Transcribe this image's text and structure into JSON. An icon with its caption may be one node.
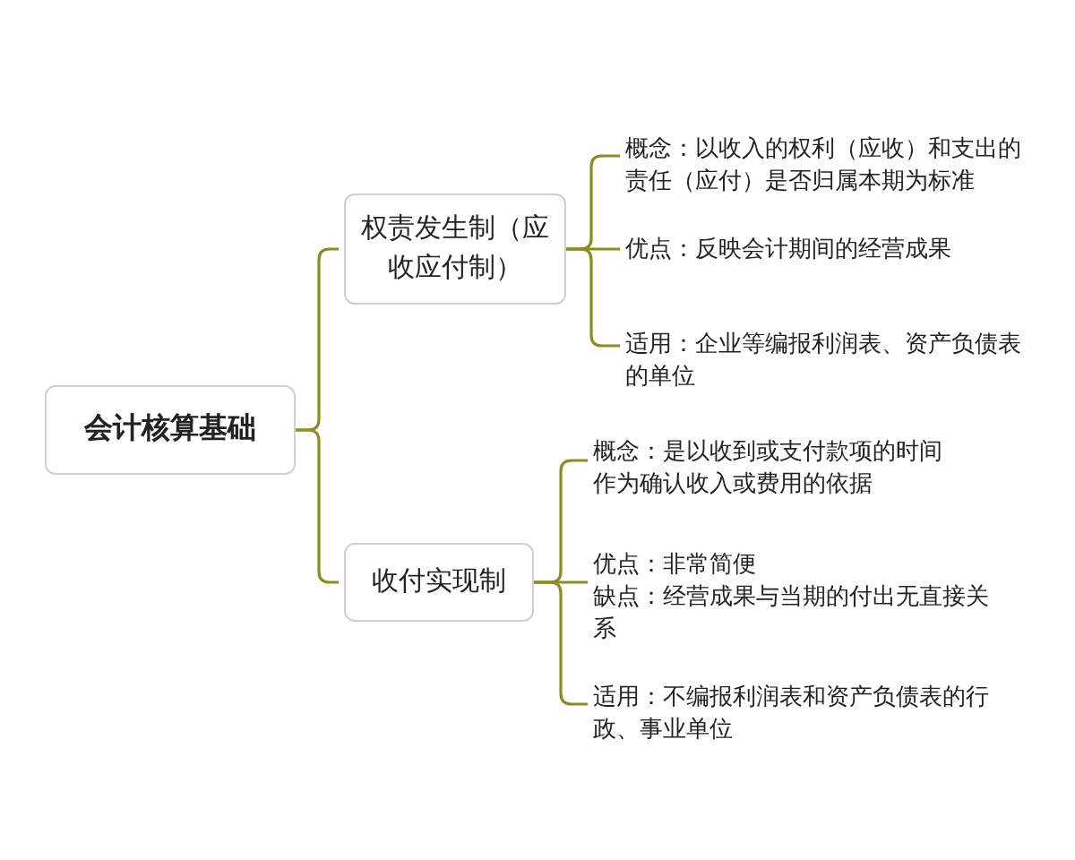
{
  "diagram": {
    "nodes": [
      {
        "text": [
          "会计核算基础"
        ]
      },
      {
        "text": [
          "权责发生制（应收应付制）"
        ]
      },
      {
        "text": [
          "收付实现制"
        ]
      },
      {
        "text": [
          "概念：以收入的权利（应收）和支出的责任（应付）是否归属本期为标准"
        ]
      },
      {
        "text": [
          "优点：反映会计期间的经营成果"
        ]
      },
      {
        "text": [
          "适用：企业等编报利润表、资产负债表的单位"
        ]
      },
      {
        "text": [
          "概念：是以收到或支付款项的时间作为确认收入或费用的依据"
        ]
      },
      {
        "text": [
          "优点：非常简便",
          "缺点：经营成果与当期的付出无直接关系"
        ]
      },
      {
        "text": [
          "适用：不编报利润表和资产负债表的行政、事业单位"
        ]
      }
    ],
    "edges": [
      {
        "from": 0,
        "to": 1,
        "arrow": "none"
      },
      {
        "from": 0,
        "to": 2,
        "arrow": "none"
      },
      {
        "from": 1,
        "to": 3,
        "arrow": "none"
      },
      {
        "from": 1,
        "to": 4,
        "arrow": "none"
      },
      {
        "from": 1,
        "to": 5,
        "arrow": "none"
      },
      {
        "from": 2,
        "to": 6,
        "arrow": "none"
      },
      {
        "from": 2,
        "to": 7,
        "arrow": "none"
      },
      {
        "from": 2,
        "to": 8,
        "arrow": "none"
      }
    ]
  }
}
